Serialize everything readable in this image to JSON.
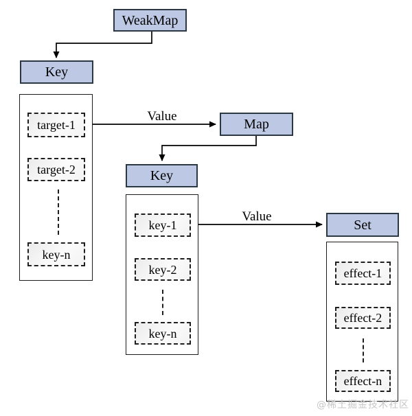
{
  "nodes": {
    "weakmap": {
      "label": "WeakMap"
    },
    "outer_key": {
      "label": "Key"
    },
    "map": {
      "label": "Map"
    },
    "inner_key": {
      "label": "Key"
    },
    "set": {
      "label": "Set"
    }
  },
  "groups": {
    "targets": {
      "items": [
        {
          "label": "target-1"
        },
        {
          "label": "target-2"
        },
        {
          "label": "key-n"
        }
      ]
    },
    "keys": {
      "items": [
        {
          "label": "key-1"
        },
        {
          "label": "key-2"
        },
        {
          "label": "key-n"
        }
      ]
    },
    "effects": {
      "items": [
        {
          "label": "effect-1"
        },
        {
          "label": "effect-2"
        },
        {
          "label": "effect-n"
        }
      ]
    }
  },
  "edge_labels": {
    "value_to_map": "Value",
    "value_to_set": "Value"
  },
  "watermark": {
    "text": "@稀土掘金技术社区"
  },
  "colors": {
    "node_fill": "#bdc9e4",
    "node_border": "#2c3744",
    "line": "#000000",
    "watermark": "#c6c6c6",
    "background": "#ffffff"
  }
}
